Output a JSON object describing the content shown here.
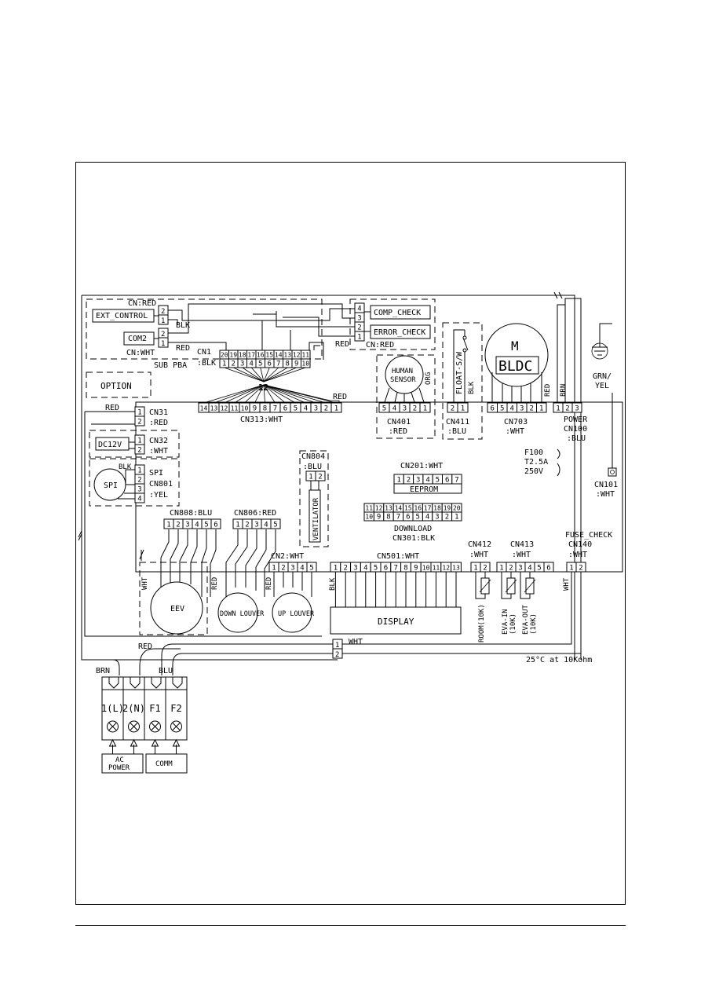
{
  "subpba": {
    "cn_red": "CN:RED",
    "ext_control": "EXT_CONTROL",
    "com2": "COM2",
    "cn_wht": "CN:WHT",
    "blk": "BLK",
    "red": "RED",
    "cn1": "CN1",
    "cn1_blk": ":BLK",
    "sub_pba": "SUB PBA",
    "cn1_top_pins": [
      "20",
      "19",
      "18",
      "17",
      "16",
      "15",
      "14",
      "13",
      "12",
      "11"
    ],
    "cn1_bot_pins": [
      "1",
      "2",
      "3",
      "4",
      "5",
      "6",
      "7",
      "8",
      "9",
      "10"
    ],
    "bundle": "12"
  },
  "option": "OPTION",
  "check": {
    "comp_check": "COMP_CHECK",
    "error_check": "ERROR_CHECK",
    "pins": [
      "4",
      "3",
      "2",
      "1"
    ],
    "red": "RED",
    "cn_red": "CN:RED"
  },
  "human": {
    "label1": "HUMAN",
    "label2": "SENSOR",
    "org": "ORG",
    "pins": [
      "5",
      "4",
      "3",
      "2",
      "1"
    ],
    "cn": "CN401",
    "color": ":RED"
  },
  "float": {
    "label": "FLOAT-S/W",
    "blk": "BLK",
    "pins": [
      "2",
      "1"
    ],
    "cn": "CN411",
    "color": ":BLU"
  },
  "motor": {
    "m": "M",
    "bldc": "BLDC",
    "pins": [
      "6",
      "5",
      "4",
      "3",
      "2",
      "1"
    ],
    "cn": "CN703",
    "color": ":WHT",
    "red": "RED",
    "brn": "BRN"
  },
  "power": {
    "pins": [
      "1",
      "2",
      "3"
    ],
    "l1": "POWER",
    "l2": "CN100",
    "l3": ":BLU"
  },
  "ground": {
    "l1": "GRN/",
    "l2": "YEL"
  },
  "cn313": {
    "pins": [
      "14",
      "13",
      "12",
      "11",
      "10",
      "9",
      "8",
      "7",
      "6",
      "5",
      "4",
      "3",
      "2",
      "1"
    ],
    "label": "CN313:WHT",
    "red": "RED"
  },
  "cn31": {
    "pins": [
      "1",
      "2"
    ],
    "l1": "CN31",
    "l2": ":RED",
    "red": "RED"
  },
  "cn32": {
    "pins": [
      "1",
      "2"
    ],
    "l1": "CN32",
    "l2": ":WHT",
    "dc": "DC12V"
  },
  "spi": {
    "name": "SPI",
    "blk": "BLK",
    "pins": [
      "1",
      "2",
      "3",
      "4"
    ],
    "l1": "SPI",
    "l2": "CN801",
    "l3": ":YEL"
  },
  "cn804": {
    "l1": "CN804",
    "l2": ":BLU",
    "pins": [
      "1",
      "2"
    ],
    "vent": "VENTILATOR"
  },
  "cn201": {
    "label": "CN201:WHT",
    "pins": [
      "1",
      "2",
      "3",
      "4",
      "5",
      "6",
      "7"
    ],
    "eeprom": "EEPROM"
  },
  "cn301": {
    "top": [
      "11",
      "12",
      "13",
      "14",
      "15",
      "16",
      "17",
      "18",
      "19",
      "20"
    ],
    "bot": [
      "10",
      "9",
      "8",
      "7",
      "6",
      "5",
      "4",
      "3",
      "2",
      "1"
    ],
    "l1": "DOWNLOAD",
    "l2": "CN301:BLK"
  },
  "fuse": {
    "l1": "F100",
    "l2": "T2.5A",
    "l3": "250V"
  },
  "cn101": {
    "l1": "CN101",
    "l2": ":WHT"
  },
  "cn808": {
    "label": "CN808:BLU",
    "pins": [
      "1",
      "2",
      "3",
      "4",
      "5",
      "6"
    ]
  },
  "cn806": {
    "label": "CN806:RED",
    "pins": [
      "1",
      "2",
      "3",
      "4",
      "5"
    ]
  },
  "cn2": {
    "label": "CN2:WHT",
    "pins": [
      "1",
      "2",
      "3",
      "4",
      "5"
    ]
  },
  "cn501": {
    "label": "CN501:WHT",
    "pins": [
      "1",
      "2",
      "3",
      "4",
      "5",
      "6",
      "7",
      "8",
      "9",
      "10",
      "11",
      "12",
      "13"
    ],
    "blk": "BLK",
    "display": "DISPLAY"
  },
  "cn412": {
    "l1": "CN412",
    "l2": ":WHT",
    "pins": [
      "1",
      "2"
    ],
    "room": "ROOM(10K)"
  },
  "cn413": {
    "l1": "CN413",
    "l2": ":WHT",
    "pins": [
      "1",
      "2",
      "3",
      "4",
      "5",
      "6"
    ],
    "eva_in1": "EVA-IN",
    "eva_in2": "(10K)",
    "eva_out1": "EVA-OUT",
    "eva_out2": "(10K)"
  },
  "cn140": {
    "l1": "FUSE_CHECK",
    "l2": "CN140",
    "l3": ":WHT",
    "pins": [
      "1",
      "2"
    ],
    "wht": "WHT"
  },
  "motors": {
    "eev": "EEV",
    "down": "DOWN LOUVER",
    "up": "UP LOUVER",
    "wht": "WHT",
    "red1": "RED",
    "red2": "RED"
  },
  "terminal": {
    "brn": "BRN",
    "blu": "BLU",
    "red": "RED",
    "wht": "WHT",
    "labels": [
      "1(L)",
      "2(N)",
      "F1",
      "F2"
    ],
    "ac1": "AC",
    "ac2": "POWER",
    "comm": "COMM",
    "pins": [
      "1",
      "2"
    ]
  },
  "note": "25°C at 10Kohm"
}
